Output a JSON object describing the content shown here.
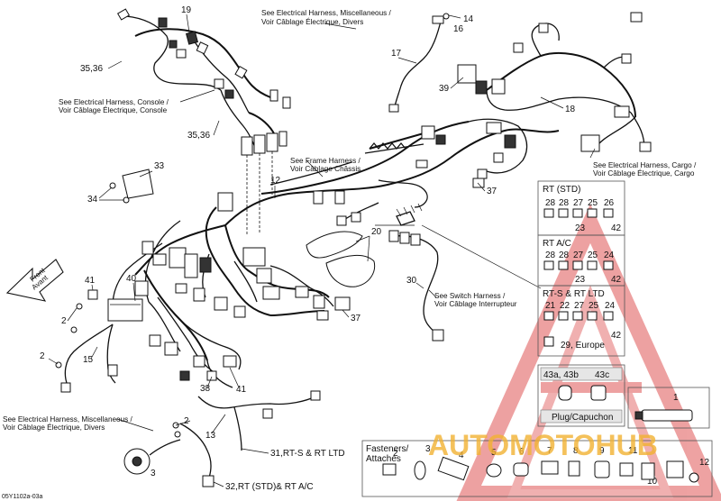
{
  "drawing_id": "05Y1102a-03a",
  "front_arrow": {
    "line1": "Front",
    "line2": "Avant"
  },
  "references": {
    "misc_top": {
      "line1": "See Electrical Harness, Miscellaneous /",
      "line2": "Voir Câblage Électrique, Divers"
    },
    "console": {
      "line1": "See Electrical Harness, Console /",
      "line2": "Voir Câblage Électrique, Console"
    },
    "frame": {
      "line1": "See Frame Harness /",
      "line2": "Voir Câblage Châssis"
    },
    "cargo": {
      "line1": "See Electrical Harness, Cargo /",
      "line2": "Voir Câblage Électrique, Cargo"
    },
    "switch": {
      "line1": "See Switch Harness /",
      "line2": "Voir Câblage Interrupteur"
    },
    "misc_bottom": {
      "line1": "See Electrical Harness, Miscellaneous /",
      "line2": "Voir Câblage Électrique, Divers"
    }
  },
  "part_numbers": {
    "n19": "19",
    "n14": "14",
    "n16": "16",
    "n17": "17",
    "n39": "39",
    "n18": "18",
    "n3536a": "35,36",
    "n3536b": "35,36",
    "n33": "33",
    "n34": "34",
    "n12": "12",
    "n37a": "37",
    "n20": "20",
    "n41a": "41",
    "n40": "40",
    "n30": "30",
    "n37b": "37",
    "n2a": "2",
    "n2b": "2",
    "n15": "15",
    "n38": "38",
    "n41b": "41",
    "n2c": "2",
    "n13": "13",
    "n3_": "3",
    "n31": "31,RT-S & RT LTD",
    "n32": "32,RT (STD)& RT A/C"
  },
  "panels": {
    "rt_std": {
      "title": "RT (STD)",
      "top": [
        "28",
        "28",
        "27",
        "25",
        "26"
      ],
      "bottom": [
        "23",
        "42"
      ]
    },
    "rt_ac": {
      "title": "RT A/C",
      "top": [
        "28",
        "28",
        "27",
        "25",
        "24"
      ],
      "bottom": [
        "23",
        "42"
      ]
    },
    "rt_s": {
      "title": "RT-S & RT LTD",
      "top": [
        "21",
        "22",
        "27",
        "25",
        "24"
      ],
      "bottom": [
        "42"
      ],
      "note": "29, Europe"
    },
    "plug": {
      "labels": [
        "43a, 43b",
        "43c"
      ],
      "caption": "Plug/Capuchon"
    },
    "grease": {
      "number": "1"
    }
  },
  "fasteners": {
    "title_line1": "Fasteners/",
    "title_line2": "Attaches",
    "items": [
      "2",
      "3",
      "4",
      "5",
      "6",
      "7",
      "8",
      "9",
      "10",
      "11",
      "12"
    ]
  },
  "watermark": "AUTOMOTOHUB"
}
